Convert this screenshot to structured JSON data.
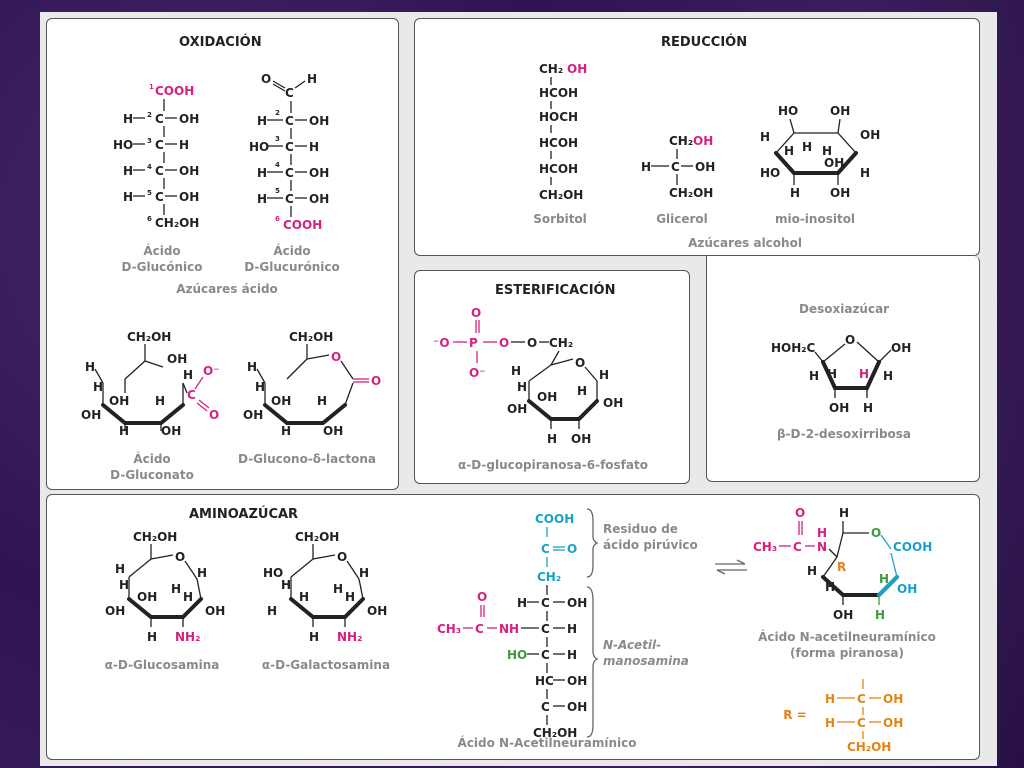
{
  "sections": {
    "oxidacion": {
      "title": "OXIDACIÓN",
      "gluconico": {
        "l1": "Ácido",
        "l2": "D-Glucónico"
      },
      "glucuronico": {
        "l1": "Ácido",
        "l2": "D-Glucurónico"
      },
      "azucares_acido": "Azúcares ácido",
      "gluconato": {
        "l1": "Ácido",
        "l2": "D-Gluconato"
      },
      "lactona": "D-Glucono-δ-lactona"
    },
    "reduccion": {
      "title": "REDUCCIÓN",
      "sorbitol": "Sorbitol",
      "glicerol": "Glicerol",
      "inositol": "mio-inositol",
      "azucares_alcohol": "Azúcares alcohol"
    },
    "esterificacion": {
      "title": "ESTERIFICACIÓN",
      "caption": "α-D-glucopiranosa-6-fosfato"
    },
    "desoxi": {
      "title": "Desoxiazúcar",
      "caption": "β-D-2-desoxirribosa"
    },
    "aminoazucar": {
      "title": "AMINOAZÚCAR",
      "glucosamina": "α-D-Glucosamina",
      "galactosamina": "α-D-Galactosamina",
      "piruvico": {
        "l1": "Residuo de",
        "l2": "ácido pirúvico"
      },
      "acetilmanosamina": {
        "l1": "N-Acetil-",
        "l2": "manosamina"
      },
      "neuraminico_lineal": "Ácido N-Acetilneuramínico",
      "neuraminico_piranosa": {
        "l1": "Ácido N-acetilneuramínico",
        "l2": "(forma piranosa)"
      },
      "r_label": "R ="
    }
  },
  "colors": {
    "magenta": "#d4237f",
    "cyan": "#1aa0c8",
    "orange": "#e0841a",
    "green": "#3c9a3c",
    "caption_gray": "#8a8a8a"
  }
}
